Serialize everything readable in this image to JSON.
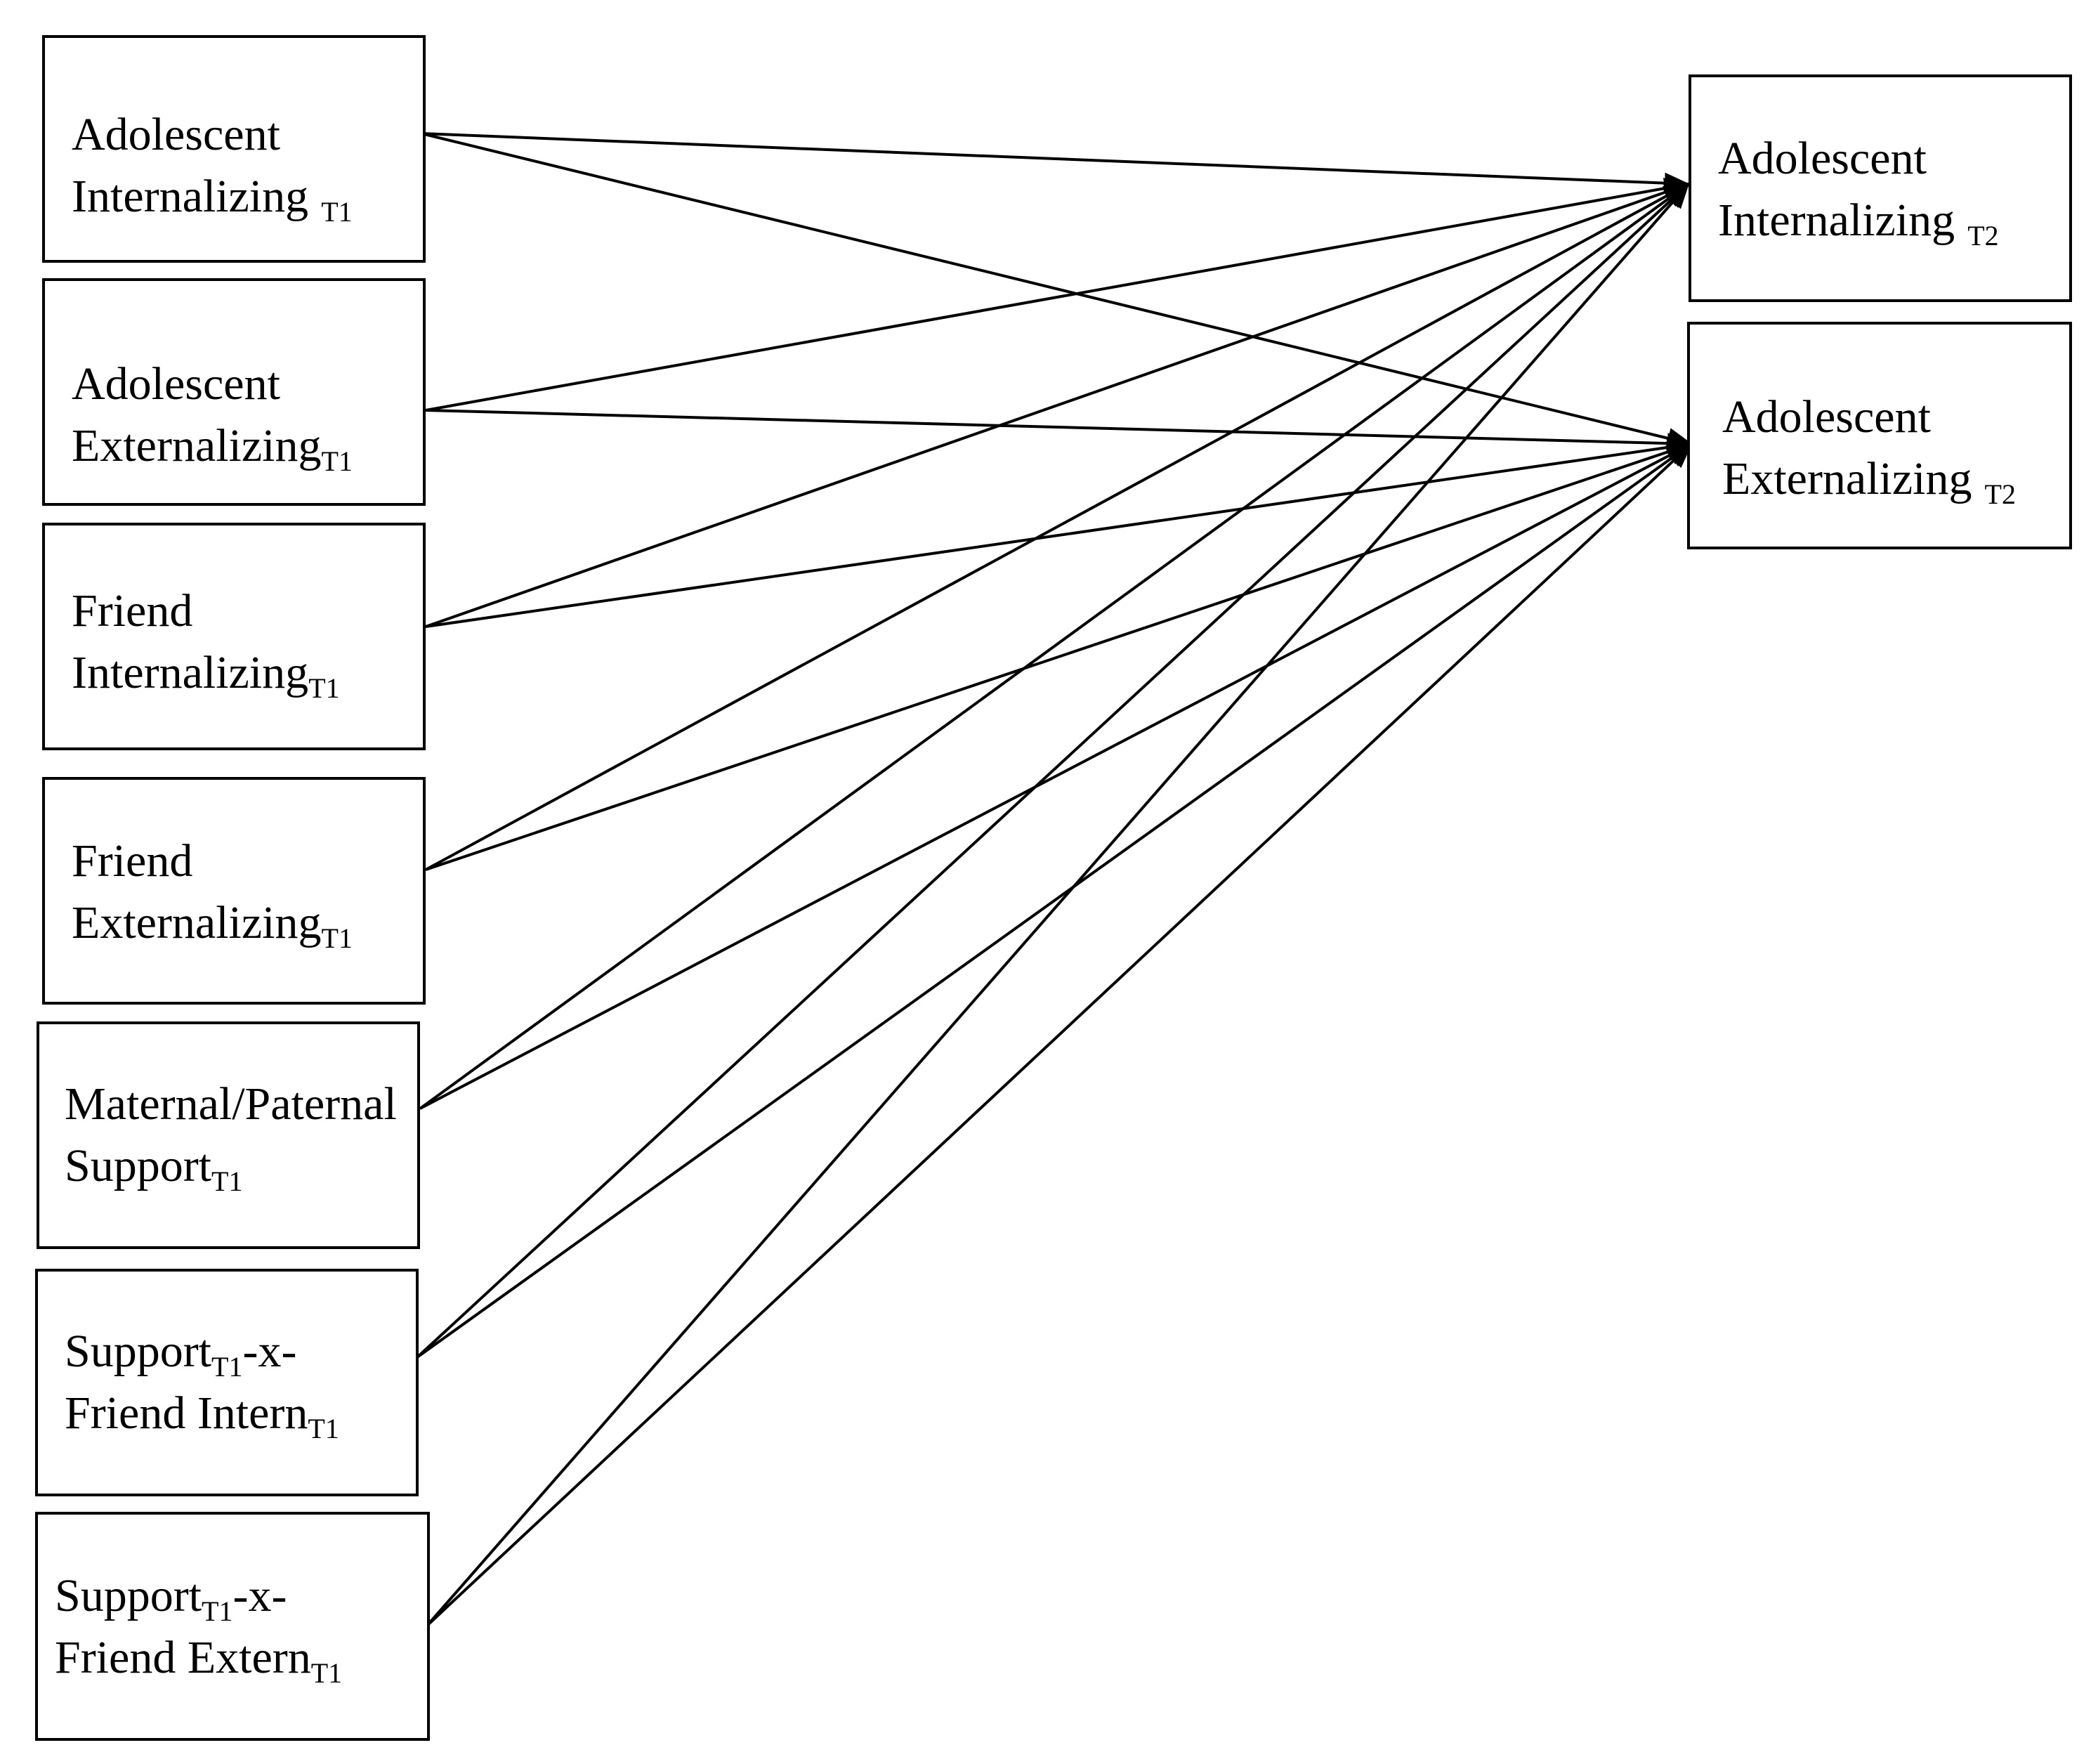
{
  "predictors": [
    {
      "id": "adol-int-t1",
      "line1": "Adolescent",
      "line2": "Internalizing",
      "line1_sub": "",
      "line2_sub": "T1",
      "line1_tail": "",
      "sub_gap": true
    },
    {
      "id": "adol-ext-t1",
      "line1": "Adolescent",
      "line2": "Externalizing",
      "line1_sub": "",
      "line2_sub": "T1",
      "line1_tail": "",
      "sub_gap": false
    },
    {
      "id": "friend-int-t1",
      "line1": "Friend",
      "line2": "Internalizing",
      "line1_sub": "",
      "line2_sub": "T1",
      "line1_tail": "",
      "sub_gap": false
    },
    {
      "id": "friend-ext-t1",
      "line1": "Friend",
      "line2": "Externalizing",
      "line1_sub": "",
      "line2_sub": "T1",
      "line1_tail": "",
      "sub_gap": false
    },
    {
      "id": "support-t1",
      "line1": "Maternal/Paternal",
      "line2": "Support",
      "line1_sub": "",
      "line2_sub": "T1",
      "line1_tail": "",
      "sub_gap": false
    },
    {
      "id": "support-x-friend-int",
      "line1": "Support",
      "line2": "Friend Intern",
      "line1_sub": "T1",
      "line2_sub": "T1",
      "line1_tail": "-x-",
      "sub_gap": false
    },
    {
      "id": "support-x-friend-ext",
      "line1": "Support",
      "line2": "Friend Extern",
      "line1_sub": "T1",
      "line2_sub": "T1",
      "line1_tail": "-x-",
      "sub_gap": false
    }
  ],
  "outcomes": [
    {
      "id": "adol-int-t2",
      "line1": "Adolescent",
      "line2": "Internalizing",
      "line2_sub": "T2"
    },
    {
      "id": "adol-ext-t2",
      "line1": "Adolescent",
      "line2": "Externalizing",
      "line2_sub": "T2"
    }
  ],
  "paths": [
    {
      "from": "adol-int-t1",
      "to": "adol-int-t2"
    },
    {
      "from": "adol-int-t1",
      "to": "adol-ext-t2"
    },
    {
      "from": "adol-ext-t1",
      "to": "adol-int-t2"
    },
    {
      "from": "adol-ext-t1",
      "to": "adol-ext-t2"
    },
    {
      "from": "friend-int-t1",
      "to": "adol-int-t2"
    },
    {
      "from": "friend-int-t1",
      "to": "adol-ext-t2"
    },
    {
      "from": "friend-ext-t1",
      "to": "adol-int-t2"
    },
    {
      "from": "friend-ext-t1",
      "to": "adol-ext-t2"
    },
    {
      "from": "support-t1",
      "to": "adol-int-t2"
    },
    {
      "from": "support-t1",
      "to": "adol-ext-t2"
    },
    {
      "from": "support-x-friend-int",
      "to": "adol-int-t2"
    },
    {
      "from": "support-x-friend-int",
      "to": "adol-ext-t2"
    },
    {
      "from": "support-x-friend-ext",
      "to": "adol-int-t2"
    },
    {
      "from": "support-x-friend-ext",
      "to": "adol-ext-t2"
    }
  ]
}
